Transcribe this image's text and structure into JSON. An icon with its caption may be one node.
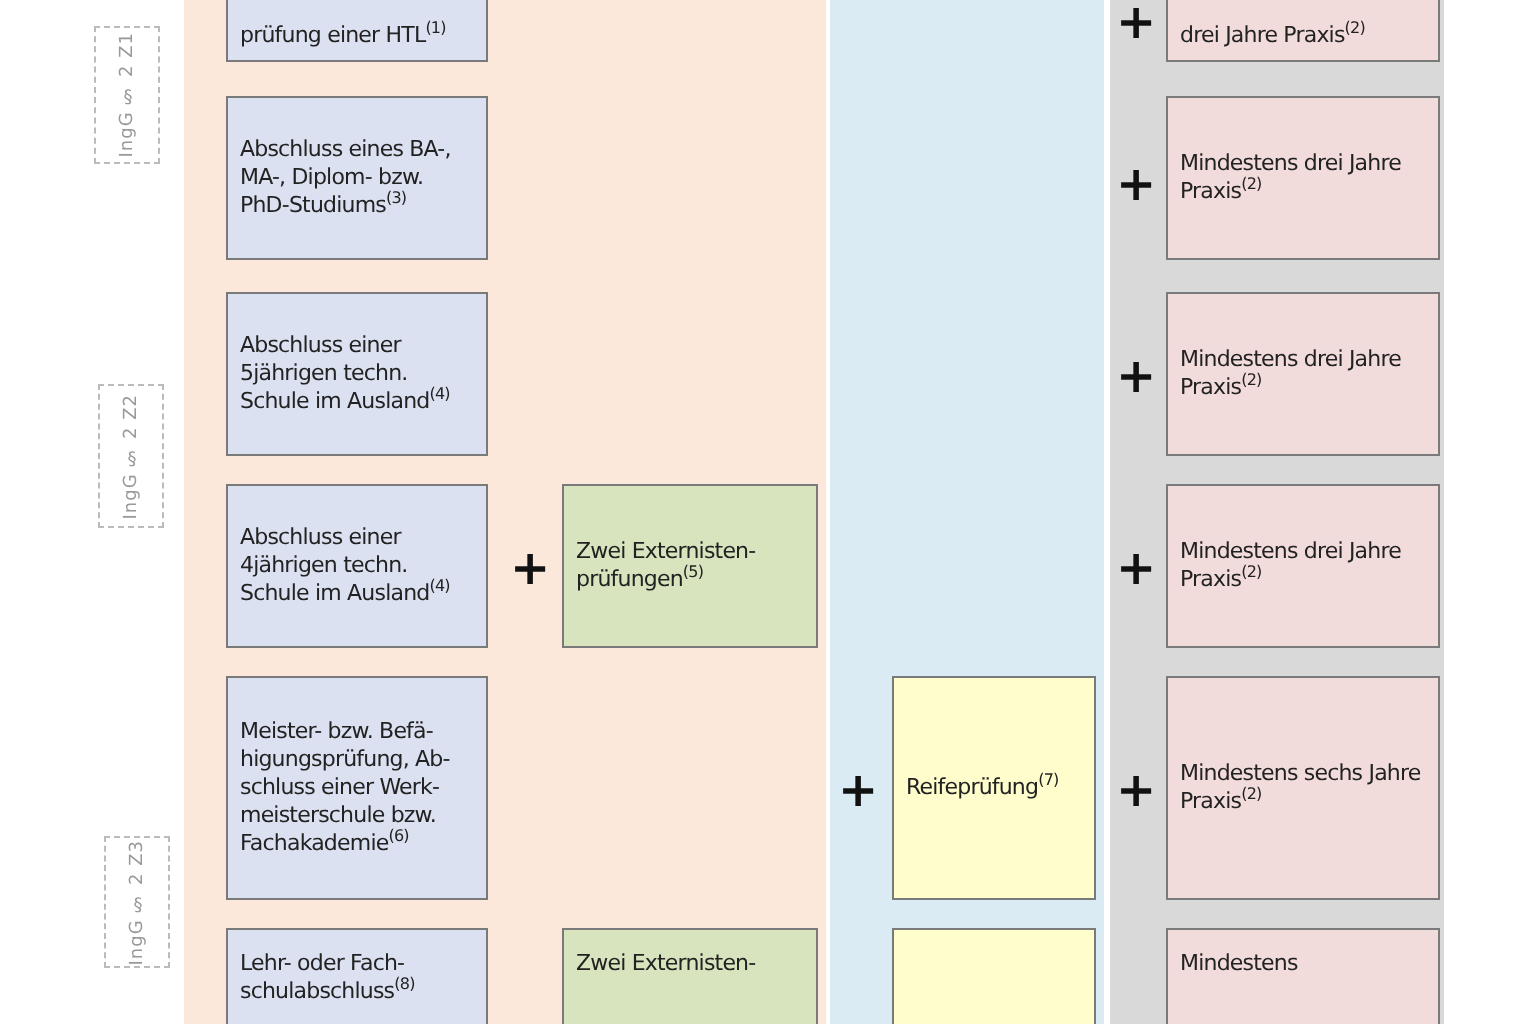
{
  "diagram": {
    "nodes": [
      {
        "text": [
          "prüfung einer HTL$^{(1)}$"
        ]
      },
      {
        "text": [
          "drei Jahre Praxis$^{(2)}$"
        ]
      },
      {
        "text": [
          "IngG § 2 Z1"
        ]
      },
      {
        "text": [
          "Abschluss eines BA-, MA-, Diplom- bzw. PhD-Studiums$^{(3)}$"
        ]
      },
      {
        "text": [
          "Mindestens drei Jahre Praxis$^{(2)}$"
        ]
      },
      {
        "text": [
          "Abschluss einer 5jährigen techn. Schule im Ausland$^{(4)}$"
        ]
      },
      {
        "text": [
          "Mindestens drei Jahre Praxis$^{(2)}$"
        ]
      },
      {
        "text": [
          "IngG § 2 Z2"
        ]
      },
      {
        "text": [
          "Abschluss einer 4jährigen techn. Schule im Ausland$^{(4)}$"
        ]
      },
      {
        "text": [
          "Zwei Externisten- prüfungen$^{(5)}$"
        ]
      },
      {
        "text": [
          "Mindestens drei Jahre Praxis$^{(2)}$"
        ]
      },
      {
        "text": [
          "Meister- bzw. Befä- higungsprüfung, Ab- schluss einer Werk- meisterschule bzw. Fachakademie$^{(6)}$"
        ]
      },
      {
        "text": [
          "Reifeprüfung$^{(7)}$"
        ]
      },
      {
        "text": [
          "Mindestens sechs Jahre Praxis$^{(2)}$"
        ]
      },
      {
        "text": [
          "IngG § 2 Z3"
        ]
      },
      {
        "text": [
          "Lehr- oder Fach- schulabschluss$^{(8)}$"
        ]
      },
      {
        "text": [
          "Zwei Externisten-"
        ]
      },
      {
        "text": [],
        "shape": "box"
      },
      {
        "text": [
          "Mindestens"
        ]
      }
    ],
    "labels": [
      "+",
      "+",
      "+",
      "+",
      "+",
      "+",
      "+"
    ]
  }
}
